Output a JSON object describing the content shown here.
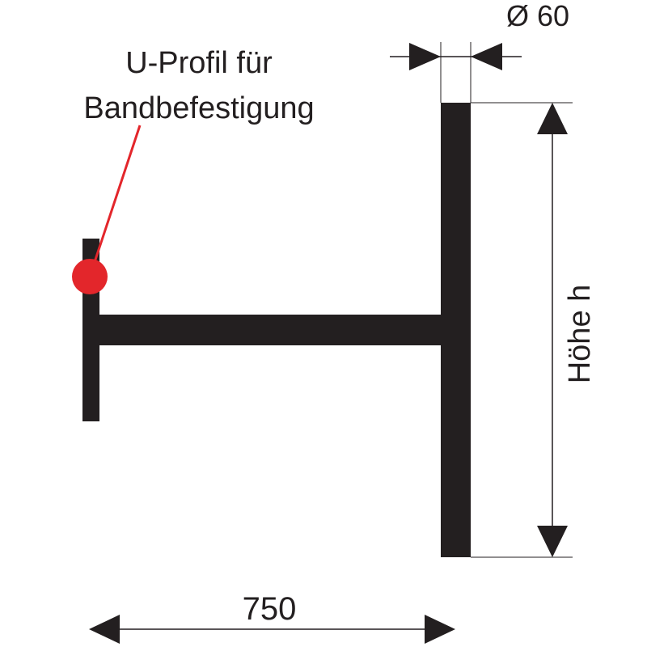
{
  "labels": {
    "profile_callout_line1": "U-Profil für",
    "profile_callout_line2": "Bandbefestigung",
    "diameter": "Ø 60",
    "height": "Höhe h",
    "width": "750"
  },
  "colors": {
    "structure": "#231f20",
    "dimension_lines": "#231f20",
    "callout": "#e3262b",
    "background": "#ffffff"
  }
}
